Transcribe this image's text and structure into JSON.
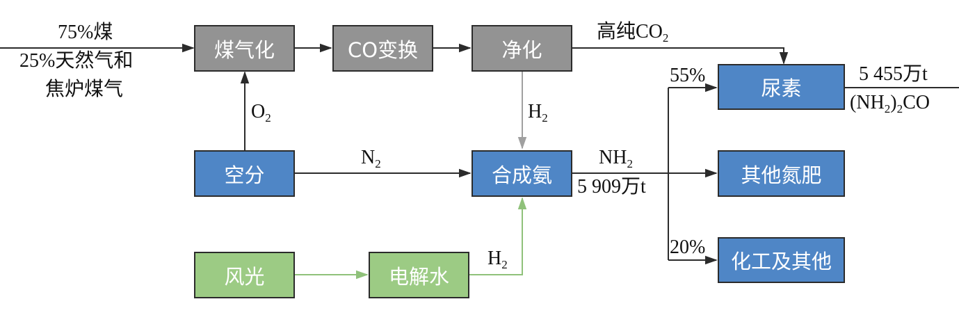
{
  "nodes": {
    "gasification": "煤气化",
    "co_shift": "CO变换",
    "purification": "净化",
    "air_separation": "空分",
    "ammonia_synthesis": "合成氨",
    "wind_solar": "风光",
    "electrolysis": "电解水",
    "urea": "尿素",
    "other_nitrogen_fertilizer": "其他氮肥",
    "chemical_and_other": "化工及其他"
  },
  "labels": {
    "feed_coal": "75%煤",
    "feed_gas": "25%天然气和",
    "feed_coke_gas": "焦炉煤气",
    "o2_base": "O",
    "o2_sub": "2",
    "n2_base": "N",
    "n2_sub": "2",
    "h2_purified_base": "H",
    "h2_purified_sub": "2",
    "h2_electrolysis_base": "H",
    "h2_electrolysis_sub": "2",
    "co2_text": "高纯CO",
    "co2_sub": "2",
    "nh3_base": "NH",
    "nh3_sub": "2",
    "ammonia_output": "5 909万t",
    "urea_share": "55%",
    "chemical_share": "20%",
    "urea_output": "5 455万t",
    "urea_formula_a": "(NH",
    "urea_formula_sub": "2",
    "urea_formula_b": ")",
    "urea_formula_sub2": "2",
    "urea_formula_c": "CO"
  },
  "colors": {
    "process_gray": "#939393",
    "process_blue": "#4f86c6",
    "process_green": "#9ccb84",
    "line_dark": "#2b2b2b",
    "line_gray": "#a0a0a0",
    "line_green": "#8fc17a"
  }
}
